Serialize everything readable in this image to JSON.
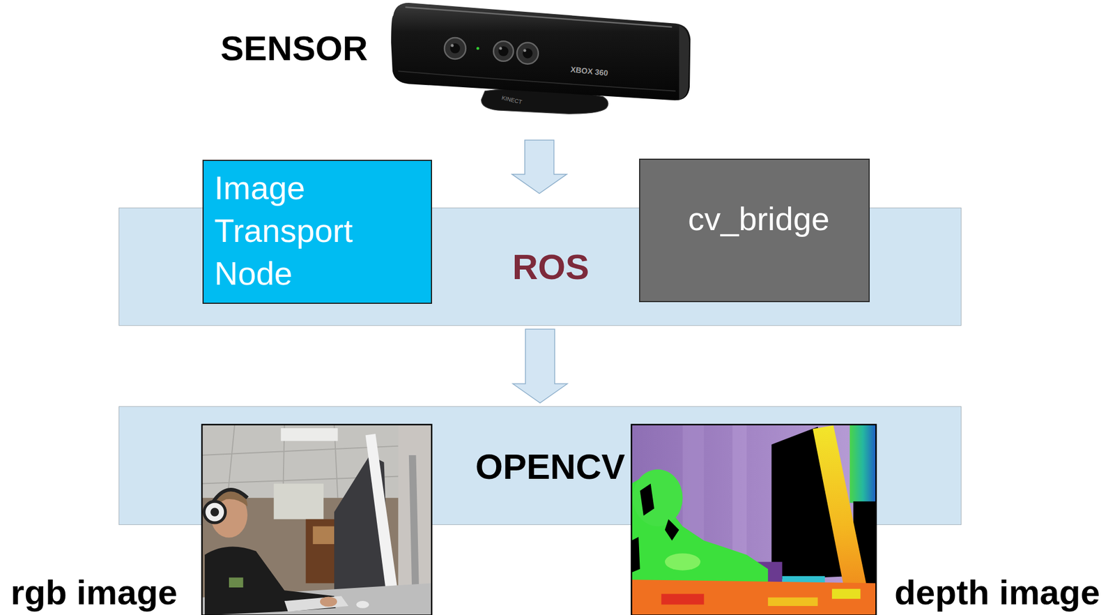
{
  "diagram": {
    "nodes": [
      {
        "text": [
          "ROS"
        ]
      },
      {
        "text": [
          "Image Transport Node"
        ],
        "in": 0
      },
      {
        "text": [
          "cv_bridge"
        ],
        "in": 0
      },
      {
        "text": [
          "OPENCV"
        ]
      }
    ],
    "edges": [
      {
        "from": 0,
        "to": 3,
        "arrow": "to"
      }
    ],
    "labels": [
      "SENSOR",
      "XBOX 360",
      "KINECT",
      "rgb image",
      "depth image"
    ]
  }
}
